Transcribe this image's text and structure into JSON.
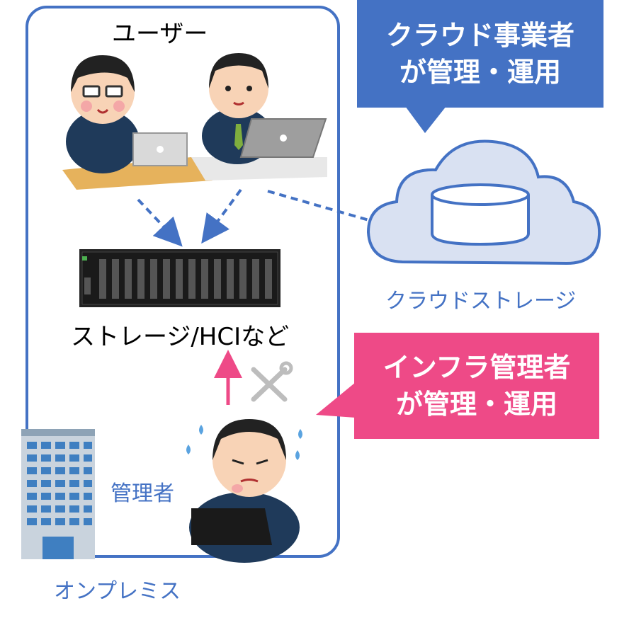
{
  "diagram": {
    "users_label": "ユーザー",
    "storage_label": "ストレージ/HCIなど",
    "cloud_storage_label": "クラウドストレージ",
    "admin_label": "管理者",
    "onprem_label": "オンプレミス",
    "cloud_callout": {
      "line1": "クラウド事業者",
      "line2": "が管理・運用"
    },
    "infra_callout": {
      "line1": "インフラ管理者",
      "line2": "が管理・運用"
    },
    "colors": {
      "blue": "#4472c4",
      "pink": "#ee4a87",
      "cloud_fill": "#d9e1f2"
    }
  }
}
